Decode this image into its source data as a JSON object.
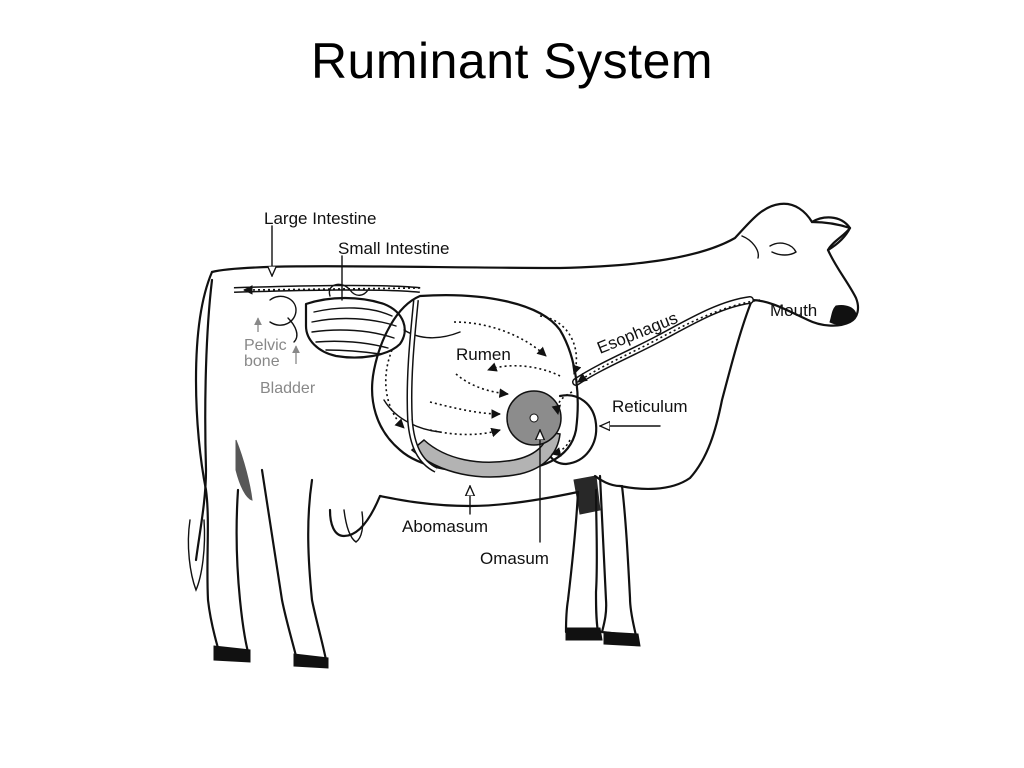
{
  "title": "Ruminant System",
  "labels": {
    "large_intestine": "Large Intestine",
    "small_intestine": "Small Intestine",
    "pelvic_bone_line1": "Pelvic",
    "pelvic_bone_line2": "bone",
    "bladder": "Bladder",
    "rumen": "Rumen",
    "esophagus": "Esophagus",
    "mouth": "Mouth",
    "reticulum": "Reticulum",
    "abomasum": "Abomasum",
    "omasum": "Omasum"
  },
  "colors": {
    "outline": "#111111",
    "organ_fill": "#b3b3b3",
    "omasum_fill": "#8c8c8c",
    "secondary_label": "#888888"
  }
}
